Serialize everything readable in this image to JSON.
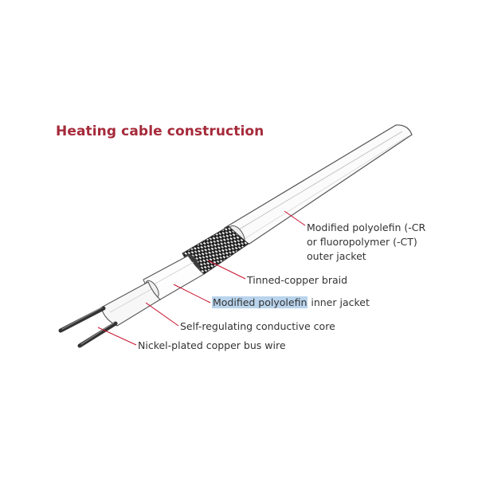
{
  "title": "Heating cable construction",
  "colors": {
    "title": "#a52a3a",
    "label_text": "#333333",
    "leader_line": "#c8102e",
    "highlight": "#b9d4ec",
    "outline": "#555555"
  },
  "labels": {
    "outer_jacket": {
      "line1": "Modified polyolefin (-CR",
      "line2": "or fluoropolymer (-CT)",
      "line3": "outer jacket"
    },
    "braid": "Tinned-copper braid",
    "inner_jacket": {
      "highlighted": "Modified polyolefin",
      "rest": " inner jacket"
    },
    "core": "Self-regulating conductive core",
    "bus_wire": "Nickel-plated copper bus wire"
  }
}
